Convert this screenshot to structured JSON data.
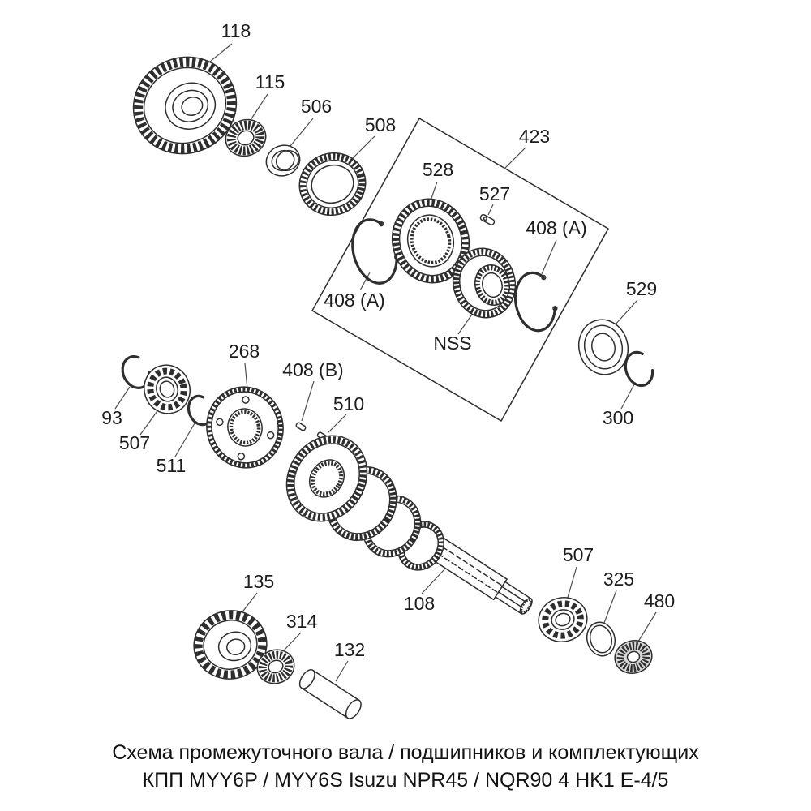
{
  "colors": {
    "background": "#ffffff",
    "line_art": "#2e2e2e",
    "text": "#1c1c1c"
  },
  "labels": {
    "p118": "118",
    "p115": "115",
    "p506": "506",
    "p508": "508",
    "p423": "423",
    "p528": "528",
    "p527": "527",
    "p408a_left": "408 (A)",
    "p408a_right": "408 (A)",
    "p529": "529",
    "nss": "NSS",
    "p300": "300",
    "p268": "268",
    "p408b": "408 (B)",
    "p510": "510",
    "p93": "93",
    "p507_upper": "507",
    "p511": "511",
    "p108": "108",
    "p135": "135",
    "p314": "314",
    "p132": "132",
    "p507_lower": "507",
    "p325": "325",
    "p480": "480"
  },
  "caption": {
    "line1": "Схема промежуточного вала / подшипников и комплектующих",
    "line2": "КПП MYY6P / MYY6S Isuzu NPR45 / NQR90 4 HK1 Е-4/5"
  }
}
